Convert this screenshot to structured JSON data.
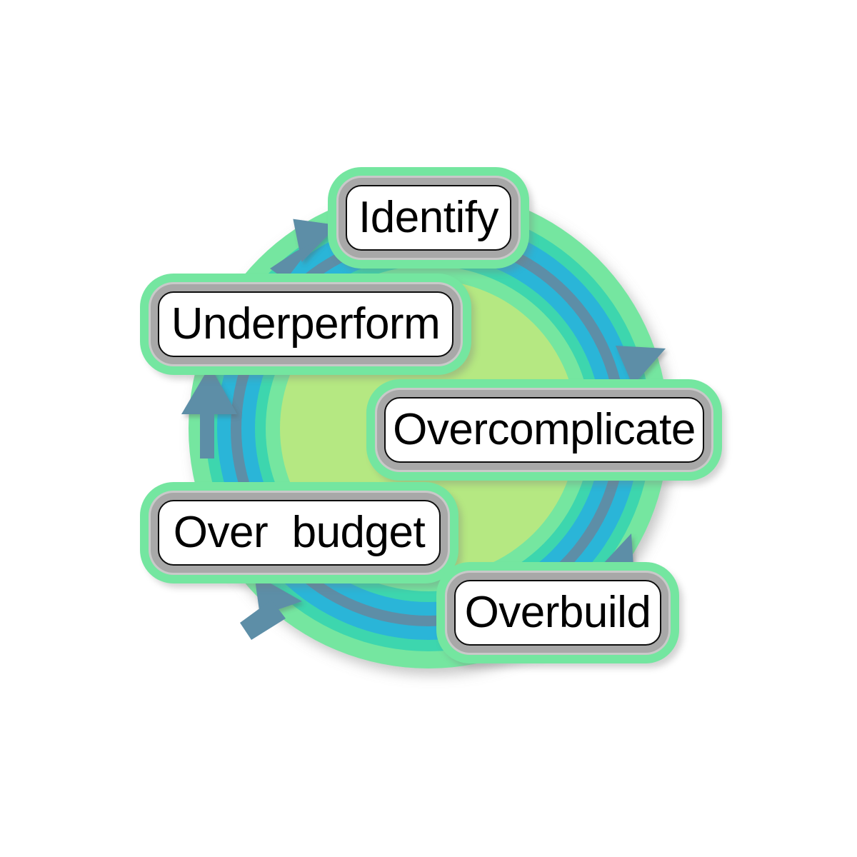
{
  "diagram": {
    "type": "cycle",
    "title": "",
    "direction": "clockwise",
    "background_color": "#ffffff",
    "center_fill": "#b5e882",
    "halo_color": "#74e6a0",
    "box_border_color": "#0d0d0d",
    "box_ring_color": "#a8a8a8",
    "box_fill": "#ffffff",
    "arrow_color": "#5d8ea7",
    "ring_colors": [
      "#74e6a0",
      "#3dd6ae",
      "#2bb5d8",
      "#5d8ea7",
      "#2bb5d8",
      "#3dd6ae",
      "#74e6a0",
      "#b5e882"
    ],
    "nodes": [
      {
        "id": "identify",
        "label": "Identify",
        "order": 1
      },
      {
        "id": "overcomplicate",
        "label": "Overcomplicate",
        "order": 2
      },
      {
        "id": "overbuild",
        "label": "Overbuild",
        "order": 3
      },
      {
        "id": "over-budget",
        "label": "Over  budget",
        "order": 4
      },
      {
        "id": "underperform",
        "label": "Underperform",
        "order": 5
      }
    ],
    "arrows": [
      {
        "id": "arrow-to-overcomplicate",
        "from": "identify",
        "to": "overcomplicate"
      },
      {
        "id": "arrow-to-overbuild",
        "from": "overcomplicate",
        "to": "overbuild"
      },
      {
        "id": "arrow-to-over-budget",
        "from": "overbuild",
        "to": "over-budget"
      },
      {
        "id": "arrow-to-underperform",
        "from": "over-budget",
        "to": "underperform"
      },
      {
        "id": "arrow-to-identify",
        "from": "underperform",
        "to": "identify"
      }
    ]
  }
}
